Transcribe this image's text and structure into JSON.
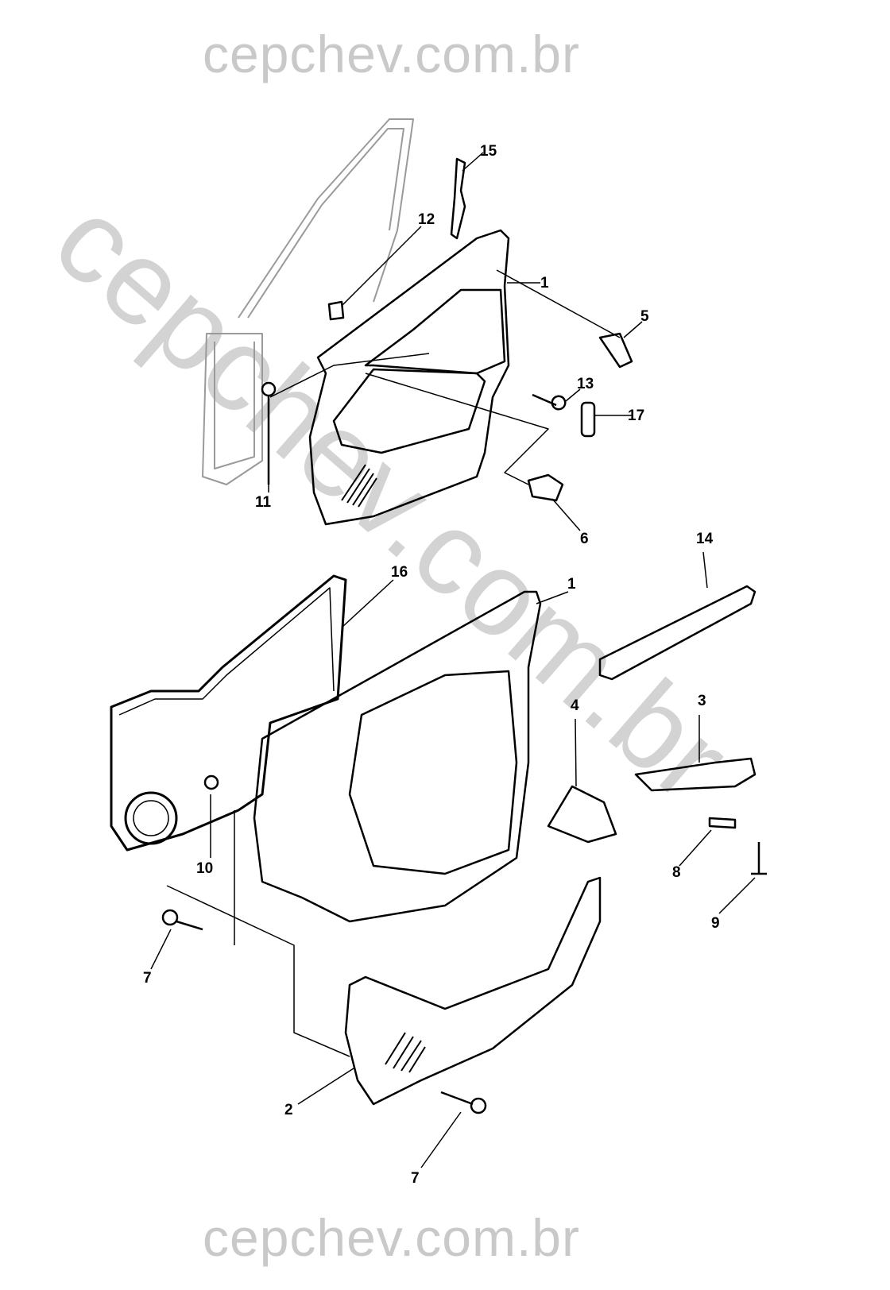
{
  "watermarks": {
    "top": "cepchev.com.br",
    "bottom": "cepchev.com.br",
    "diagonal": "cepchev.com.br"
  },
  "callouts": [
    "15",
    "12",
    "1",
    "5",
    "13",
    "17",
    "11",
    "6",
    "14",
    "16",
    "1",
    "4",
    "3",
    "10",
    "8",
    "9",
    "7",
    "2",
    "7"
  ]
}
